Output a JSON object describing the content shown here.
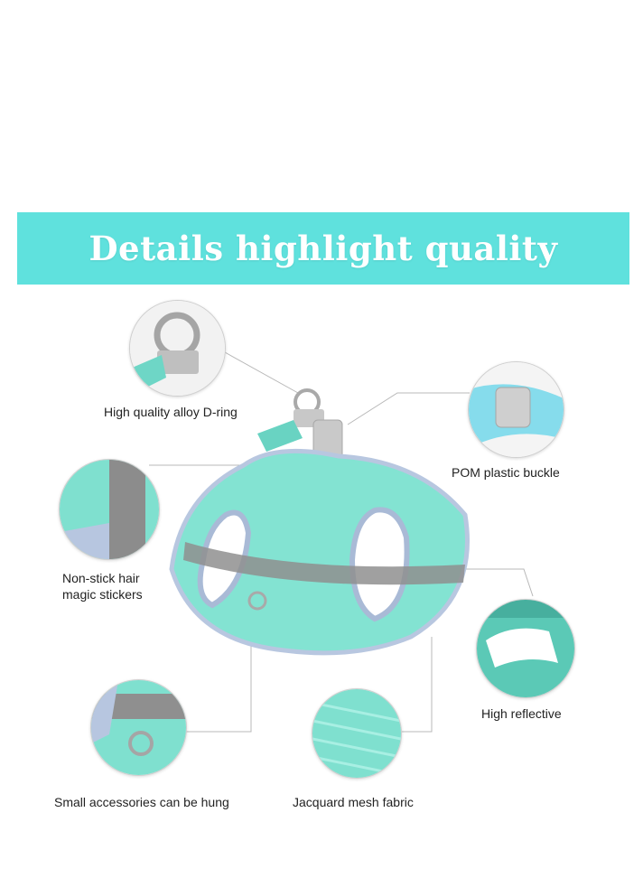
{
  "banner": {
    "title": "Details highlight quality",
    "color": "#5fe1dd"
  },
  "features": {
    "d_ring": "High quality alloy D-ring",
    "buckle": "POM plastic buckle",
    "stickers_line1": "Non-stick hair",
    "stickers_line2": "magic stickers",
    "reflective": "High reflective",
    "accessories": "Small accessories can be hung",
    "mesh": "Jacquard mesh fabric"
  },
  "colors": {
    "mint": "#7fe0cf",
    "mint_dark": "#4cc4b0",
    "reflective": "#8f8f8f",
    "buckle": "#c9c9c9",
    "trim": "#9fb6d6"
  }
}
